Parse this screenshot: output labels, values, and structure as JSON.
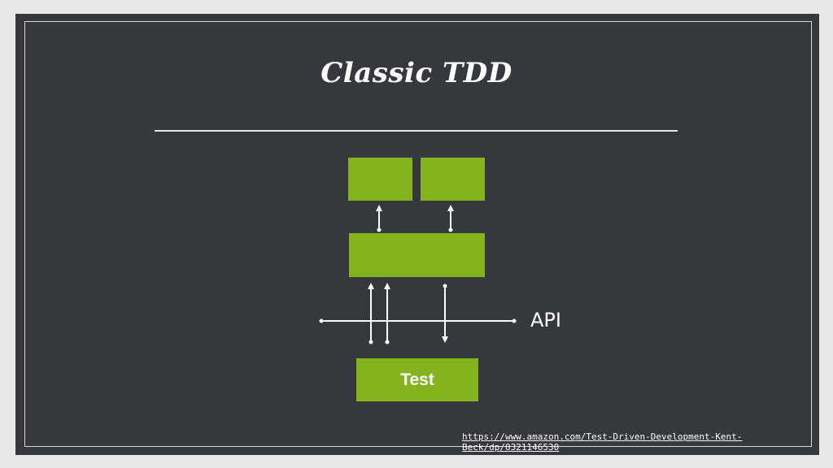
{
  "slide": {
    "title": "Classic TDD",
    "api_label": "API",
    "test_label": "Test",
    "source_url": "https://www.amazon.com/Test-Driven-Development-Kent-Beck/dp/0321146530"
  },
  "colors": {
    "background": "#35383c",
    "box": "#84b31e",
    "line": "#ffffff",
    "outer": "#e8e8e8"
  }
}
